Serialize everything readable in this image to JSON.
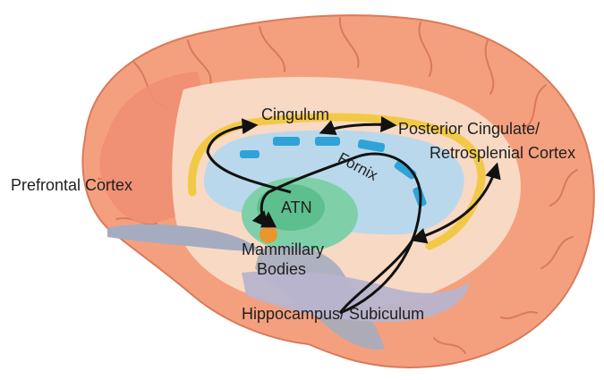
{
  "labels": {
    "cingulum": "Cingulum",
    "posterior_line1": "Posterior Cingulate/",
    "posterior_line2": "Retrosplenial Cortex",
    "fornix": "Fornix",
    "prefrontal": "Prefrontal Cortex",
    "atn": "ATN",
    "mammillary_line1": "Mammillary",
    "mammillary_line2": "Bodies",
    "hippocampus": "Hippocampus/ Subiculum"
  },
  "colors": {
    "cortex": "#f4a07f",
    "cortex_gyri_line": "#d97a5a",
    "medial_wall": "#f8d9c3",
    "prefrontal_region": "#f08e73",
    "cingulum_band": "#f2c946",
    "corpus_callosum": "#b9d8ec",
    "blue_segments": "#2fa3d8",
    "thalamus_green": "#7fd0a9",
    "atn_green": "#5dbf8d",
    "brainstem_gray": "#a5acbf",
    "hippocampus_purple": "#b8b4ce",
    "arrow": "#111111"
  }
}
